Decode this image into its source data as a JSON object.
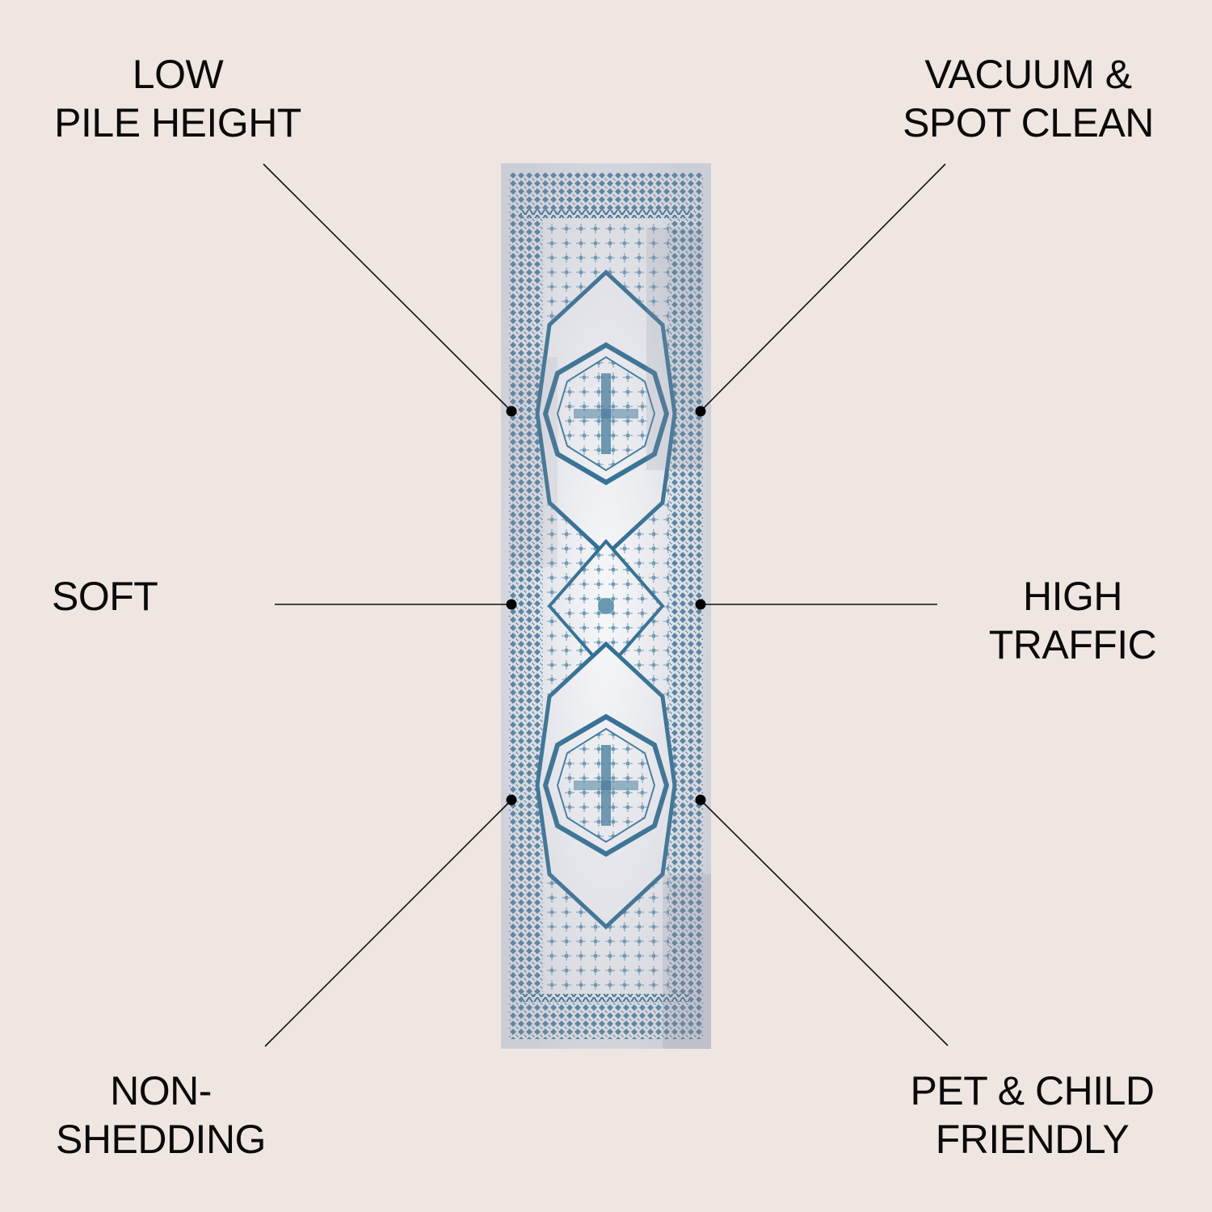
{
  "background_color": "#efe6e2",
  "product": {
    "name": "runner-rug",
    "colors": {
      "field": "#f4f5f7",
      "pattern": "#2f6f93",
      "shadow": "#8d8ea0"
    }
  },
  "callouts": [
    {
      "id": "low-pile-height",
      "lines": [
        "LOW",
        "PILE HEIGHT"
      ],
      "position": "top-left"
    },
    {
      "id": "vacuum-spot-clean",
      "lines": [
        "VACUUM &",
        "SPOT CLEAN"
      ],
      "position": "top-right"
    },
    {
      "id": "soft",
      "lines": [
        "SOFT"
      ],
      "position": "middle-left"
    },
    {
      "id": "high-traffic",
      "lines": [
        "HIGH",
        "TRAFFIC"
      ],
      "position": "middle-right"
    },
    {
      "id": "non-shedding",
      "lines": [
        "NON-",
        "SHEDDING"
      ],
      "position": "bottom-left"
    },
    {
      "id": "pet-child-friendly",
      "lines": [
        "PET & CHILD",
        "FRIENDLY"
      ],
      "position": "bottom-right"
    }
  ]
}
